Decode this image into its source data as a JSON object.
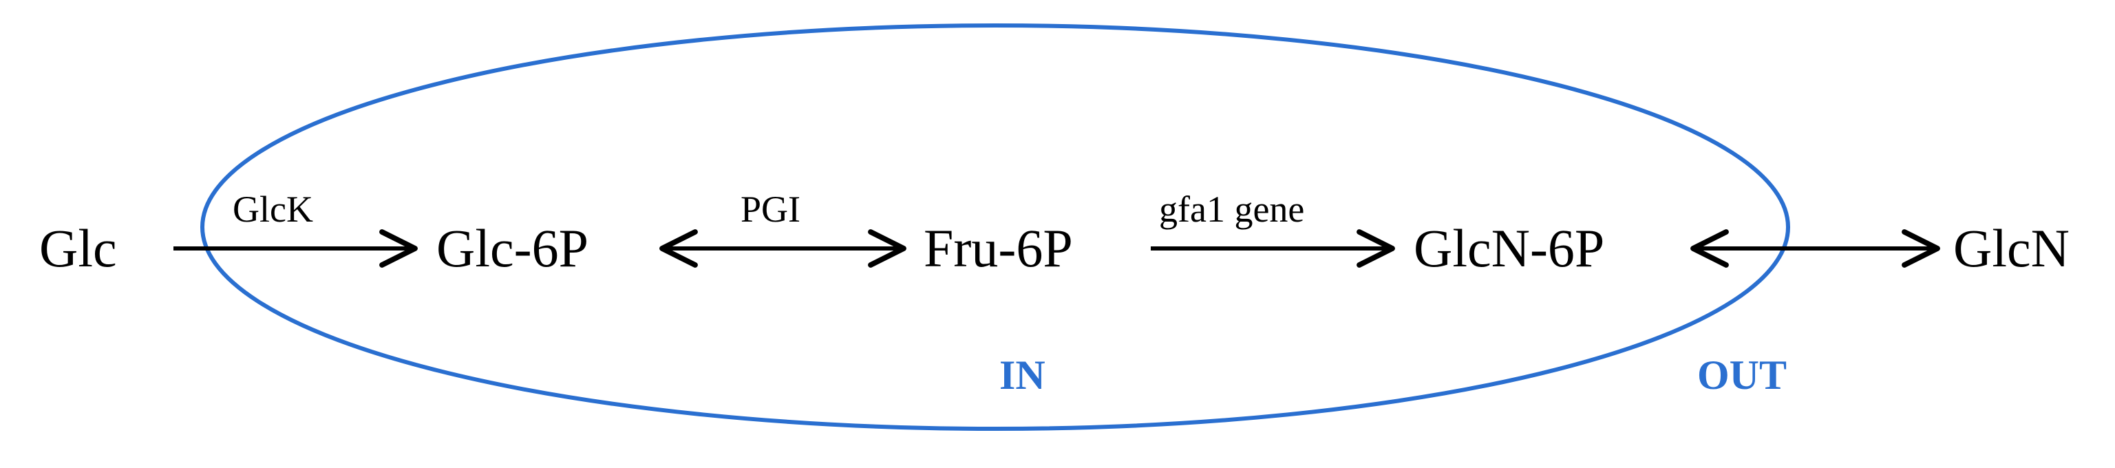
{
  "colors": {
    "membrane": "#2a6fd0",
    "text": "#000000",
    "region_label": "#2a6fd0"
  },
  "metabolites": {
    "glc": "Glc",
    "glc6p": "Glc-6P",
    "fru6p": "Fru-6P",
    "glcn6p": "GlcN-6P",
    "glcn": "GlcN"
  },
  "enzymes": {
    "glck": "GlcK",
    "pgi": "PGI",
    "gfa1": "gfa1 gene"
  },
  "regions": {
    "inside": "IN",
    "outside": "OUT"
  }
}
